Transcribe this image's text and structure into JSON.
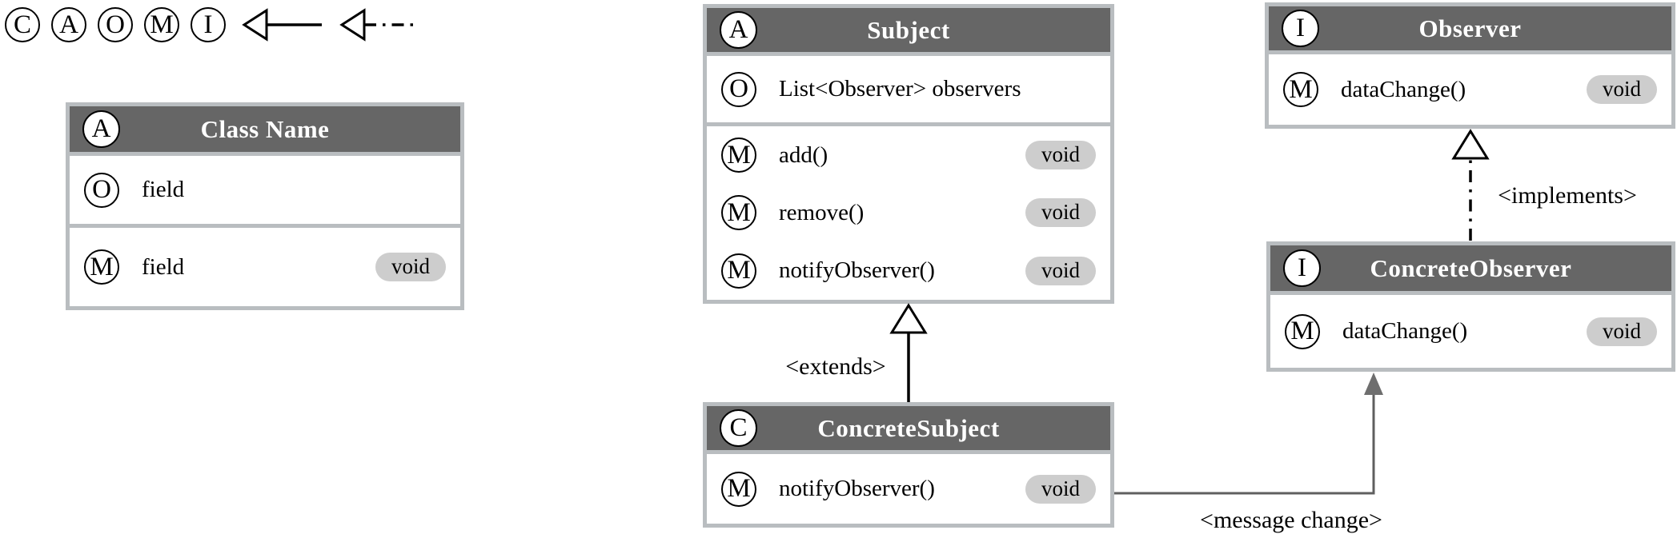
{
  "colors": {
    "header_bg": "#666666",
    "box_border": "#b9bdc0",
    "badge_bg": "#cdcdcd",
    "header_text": "#ffffff",
    "body_text": "#000000",
    "message_line": "#5f5f5f",
    "message_arrowhead": "#6e6e6e"
  },
  "legend": {
    "markers": [
      {
        "letter": "C"
      },
      {
        "letter": "A"
      },
      {
        "letter": "O"
      },
      {
        "letter": "M"
      },
      {
        "letter": "I"
      }
    ],
    "arrows": [
      {
        "icon": "extends-arrow-icon",
        "line_style": "solid",
        "head": "open-triangle"
      },
      {
        "icon": "implements-arrow-icon",
        "line_style": "dash-dot",
        "head": "open-triangle"
      }
    ]
  },
  "boxes": {
    "template": {
      "icon": "A",
      "title": "Class Name",
      "fields": [
        {
          "icon": "O",
          "text": "field"
        }
      ],
      "methods": [
        {
          "icon": "M",
          "text": "field",
          "badge": "void"
        }
      ]
    },
    "subject": {
      "icon": "A",
      "title": "Subject",
      "fields": [
        {
          "icon": "O",
          "text": "List<Observer> observers"
        }
      ],
      "methods": [
        {
          "icon": "M",
          "text": "add()",
          "badge": "void"
        },
        {
          "icon": "M",
          "text": "remove()",
          "badge": "void"
        },
        {
          "icon": "M",
          "text": "notifyObserver()",
          "badge": "void"
        }
      ]
    },
    "concrete_subject": {
      "icon": "C",
      "title": "ConcreteSubject",
      "methods": [
        {
          "icon": "M",
          "text": "notifyObserver()",
          "badge": "void"
        }
      ]
    },
    "observer": {
      "icon": "I",
      "title": "Observer",
      "methods": [
        {
          "icon": "M",
          "text": "dataChange()",
          "badge": "void"
        }
      ]
    },
    "concrete_observer": {
      "icon": "I",
      "title": "ConcreteObserver",
      "methods": [
        {
          "icon": "M",
          "text": "dataChange()",
          "badge": "void"
        }
      ]
    }
  },
  "edges": {
    "extends": {
      "label": "<extends>",
      "from": "ConcreteSubject",
      "to": "Subject",
      "line_style": "solid"
    },
    "implements": {
      "label": "<implements>",
      "from": "ConcreteObserver",
      "to": "Observer",
      "line_style": "dash-dot"
    },
    "message": {
      "label": "<message change>",
      "from": "ConcreteSubject",
      "to": "ConcreteObserver",
      "line_style": "solid-gray"
    }
  }
}
